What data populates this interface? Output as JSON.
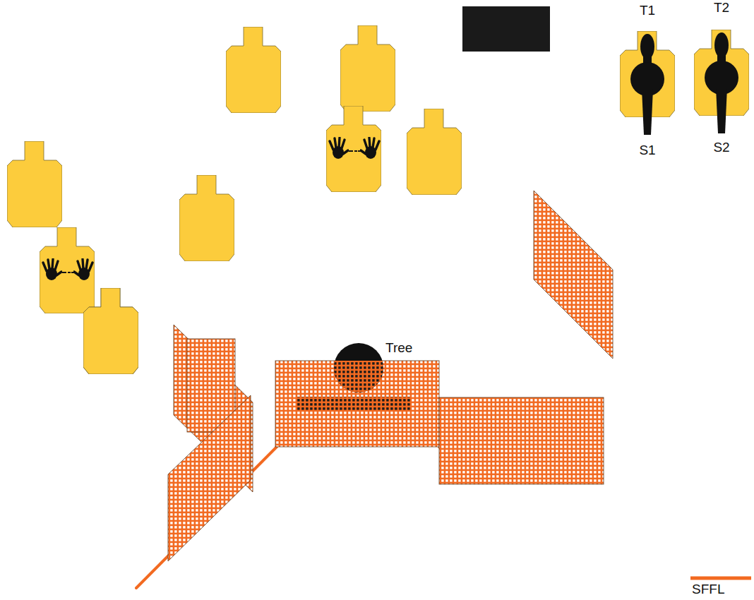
{
  "diagram": {
    "nodes": [
      {
        "text": [
          "T1",
          "S1"
        ]
      },
      {
        "text": [
          "T2",
          "S2"
        ]
      },
      {
        "text": [
          "Tree"
        ]
      }
    ],
    "legend": [
      {
        "text": "SFFL"
      }
    ]
  }
}
